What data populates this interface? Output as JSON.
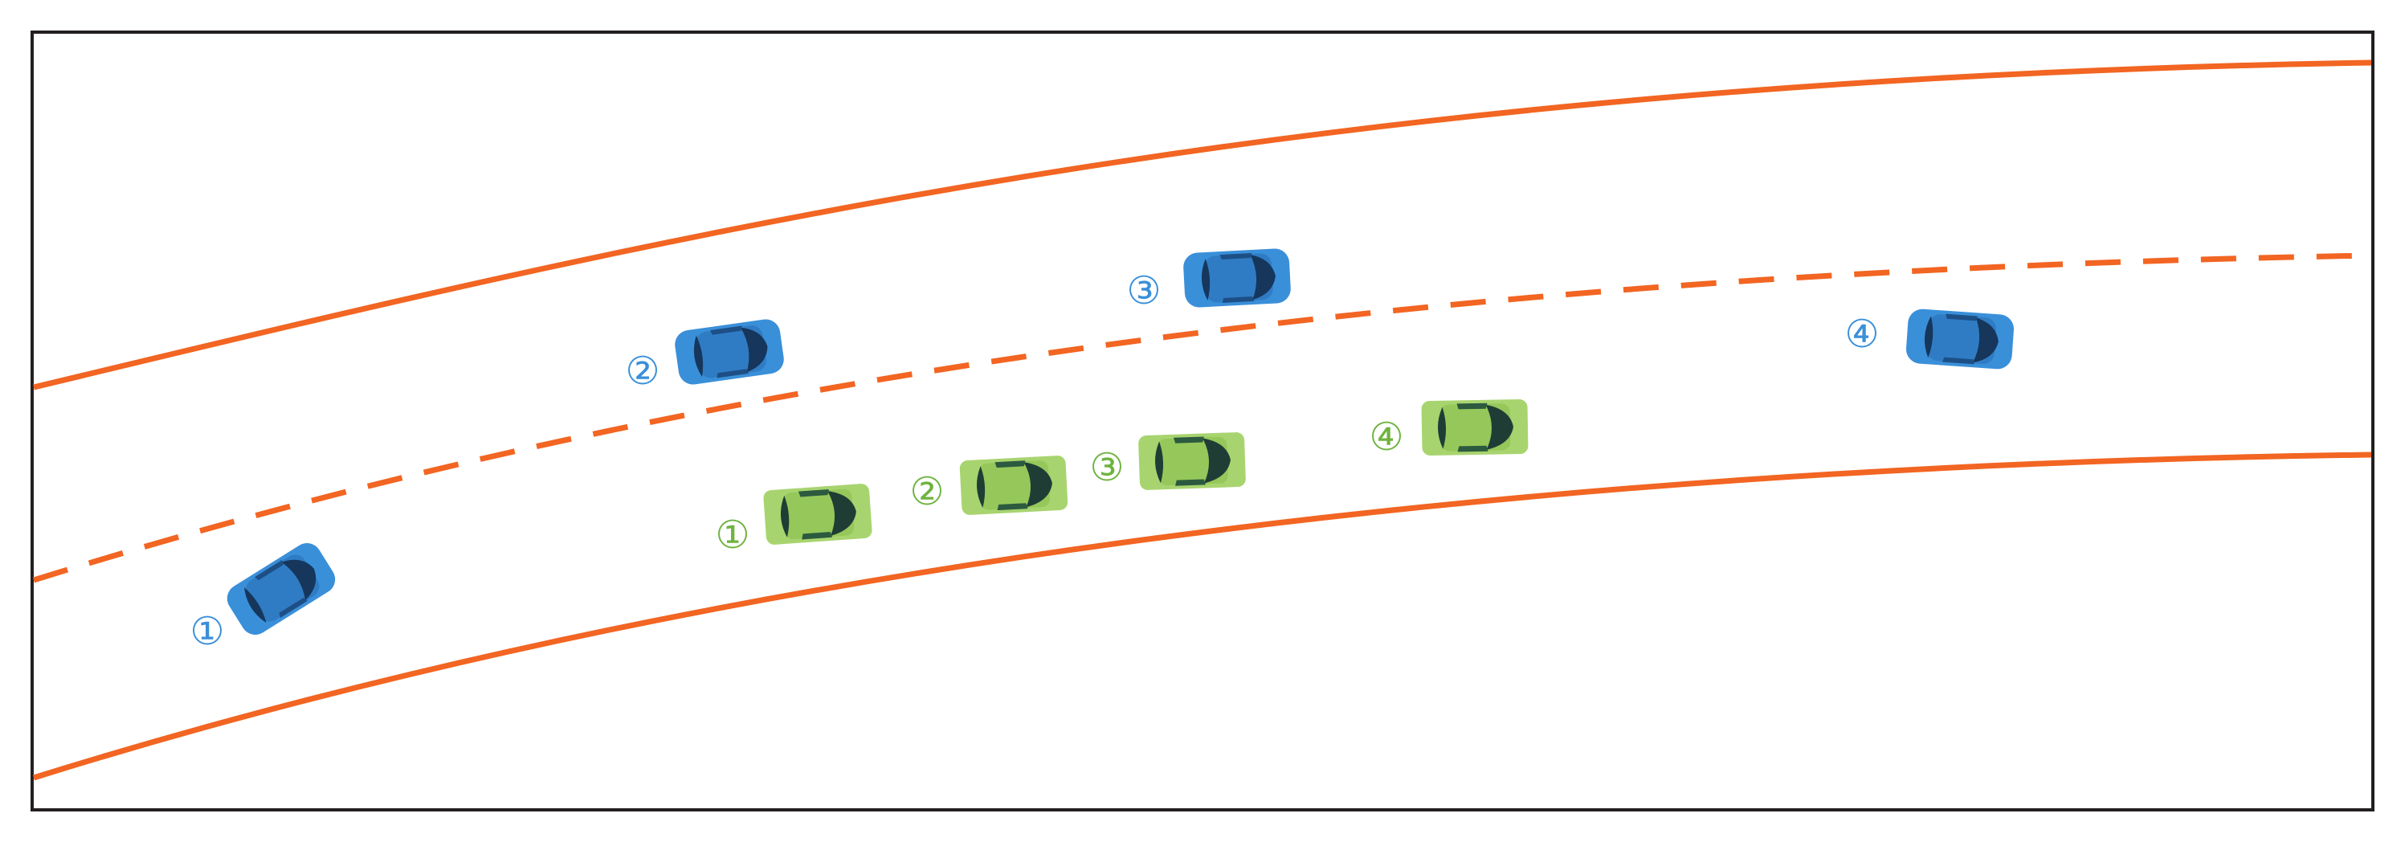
{
  "colors": {
    "road_line": "#f26522",
    "frame": "#231f20",
    "blue_car_body": "#3a8fd9",
    "blue_car_dark": "#16365c",
    "blue_marker": "#3a8fd9",
    "green_car_body": "#a8d46f",
    "green_car_dark": "#1f3d35",
    "green_marker": "#6fb33f"
  },
  "road": {
    "lines": [
      "upper-boundary",
      "center-dashed",
      "lower-boundary"
    ]
  },
  "cars": {
    "blue": [
      {
        "label": "①"
      },
      {
        "label": "②"
      },
      {
        "label": "③"
      },
      {
        "label": "④"
      }
    ],
    "green": [
      {
        "label": "①"
      },
      {
        "label": "②"
      },
      {
        "label": "③"
      },
      {
        "label": "④"
      }
    ]
  }
}
